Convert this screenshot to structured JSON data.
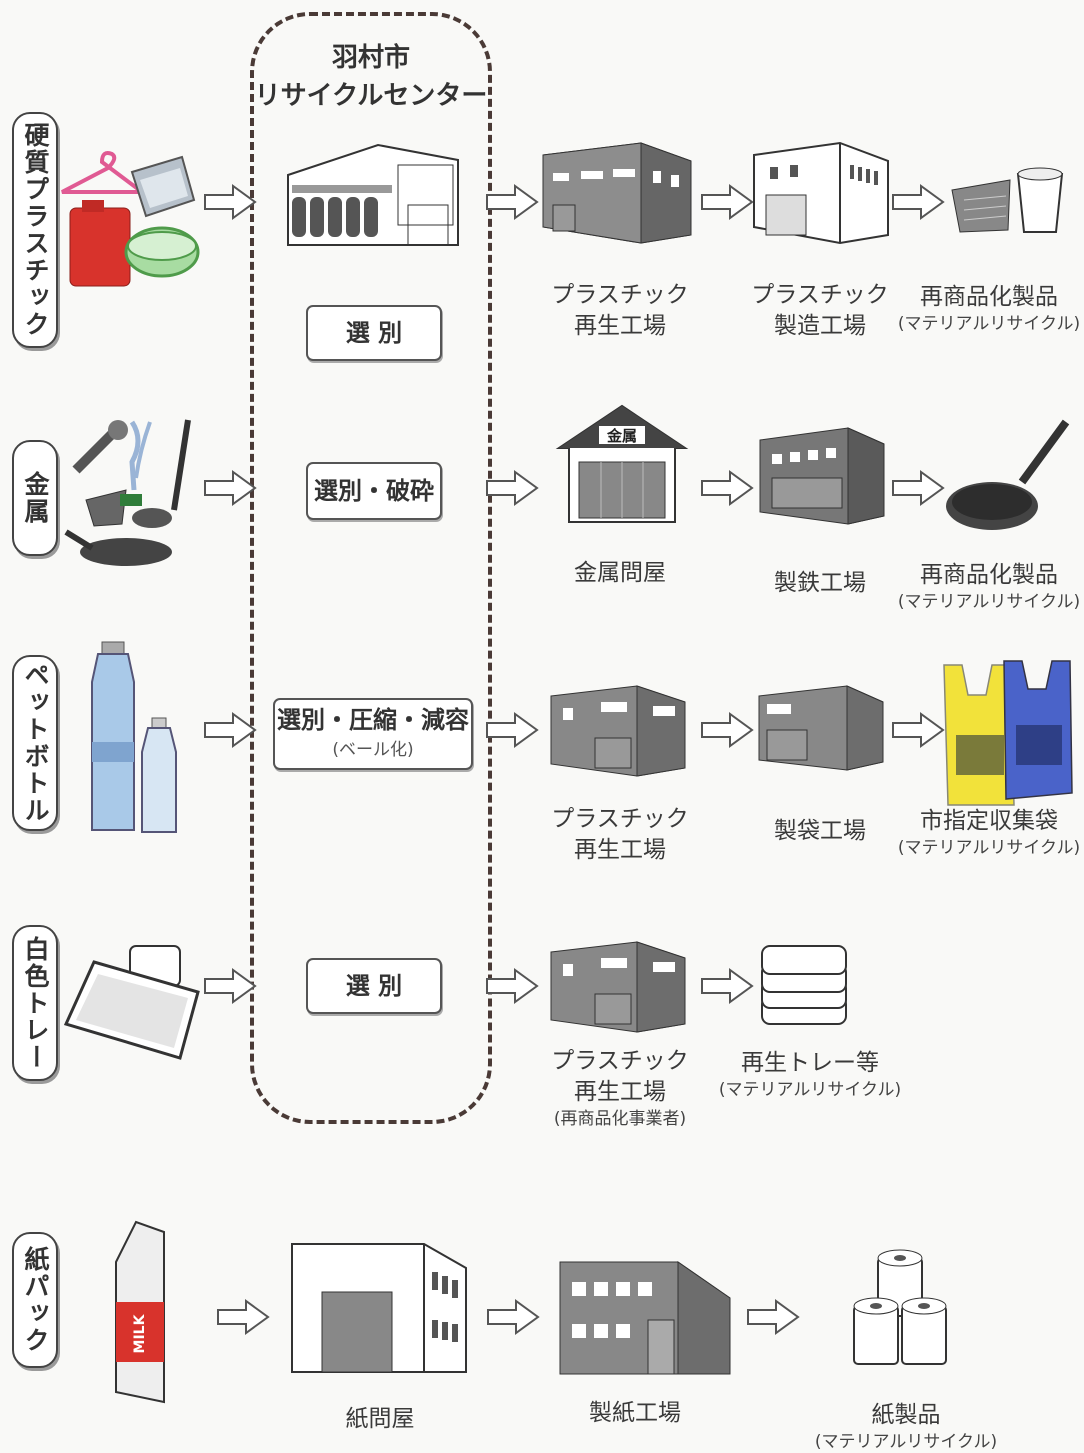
{
  "center": {
    "title_line1": "羽村市",
    "title_line2": "リサイクルセンター"
  },
  "categories": [
    {
      "label": "硬質プラスチック"
    },
    {
      "label": "金属"
    },
    {
      "label": "ペットボトル"
    },
    {
      "label": "白色トレー"
    },
    {
      "label": "紙パック"
    }
  ],
  "processes": {
    "hard_plastic": "選 別",
    "metal": "選別・破砕",
    "pet": "選別・圧縮・減容",
    "pet_sub": "(ベール化)",
    "tray": "選 別"
  },
  "facilities": {
    "plastic_regen_1": {
      "line1": "プラスチック",
      "line2": "再生工場"
    },
    "plastic_mfg": {
      "line1": "プラスチック",
      "line2": "製造工場"
    },
    "metal_dealer": "金属問屋",
    "steel_mill": "製鉄工場",
    "plastic_regen_2": {
      "line1": "プラスチック",
      "line2": "再生工場"
    },
    "bag_factory": "製袋工場",
    "plastic_regen_3": {
      "line1": "プラスチック",
      "line2": "再生工場",
      "note": "(再商品化事業者)"
    },
    "paper_dealer": "紙問屋",
    "paper_mill": "製紙工場"
  },
  "products": {
    "plastic": {
      "name": "再商品化製品",
      "note": "(マテリアルリサイクル)"
    },
    "metal": {
      "name": "再商品化製品",
      "note": "(マテリアルリサイクル)"
    },
    "pet": {
      "name": "市指定収集袋",
      "note": "(マテリアルリサイクル)"
    },
    "tray": {
      "name": "再生トレー等",
      "note": "(マテリアルリサイクル)"
    },
    "paper": {
      "name": "紙製品",
      "note": "(マテリアルリサイクル)"
    }
  },
  "icon_text": {
    "metal_sign": "金属",
    "milk": "MILK"
  },
  "colors": {
    "accent_red": "#d8332c",
    "basket_green": "#6fbf6a",
    "pet_blue": "#a9c9e8",
    "bag_yellow": "#f2e23a",
    "bag_blue": "#4a63c9"
  }
}
